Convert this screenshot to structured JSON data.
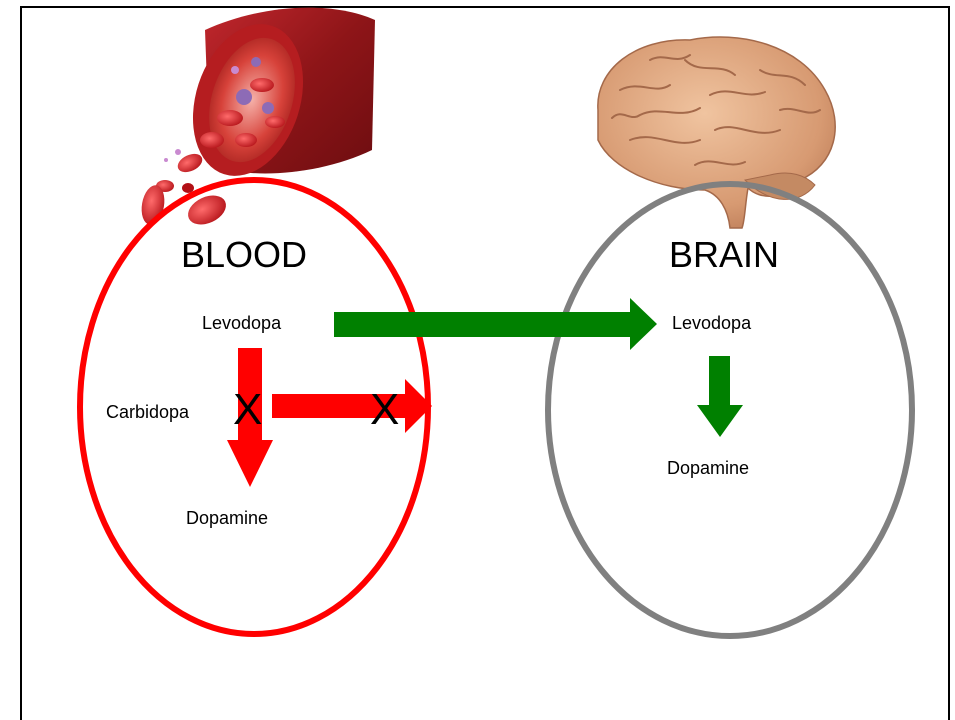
{
  "blood": {
    "title": "BLOOD",
    "levodopa": "Levodopa",
    "carbidopa": "Carbidopa",
    "dopamine": "Dopamine",
    "blocked_mark": "X",
    "color": "#ff0000"
  },
  "brain": {
    "title": "BRAIN",
    "levodopa": "Levodopa",
    "dopamine": "Dopamine",
    "color": "#808080"
  },
  "arrows": {
    "allowed_color": "#008000",
    "blocked_color": "#ff0000"
  },
  "images": [
    {
      "name": "blood-vessel-illustration"
    },
    {
      "name": "brain-illustration"
    }
  ]
}
